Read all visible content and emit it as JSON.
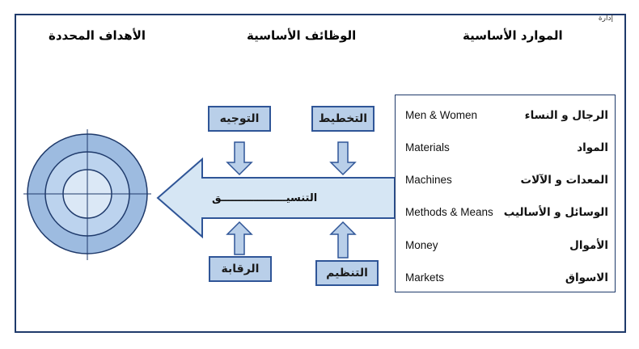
{
  "top_hint": "إدارة",
  "headings": {
    "goals": "الأهداف المحددة",
    "functions": "الوظائف الأساسية",
    "resources": "الموارد الأساسية"
  },
  "resources": [
    {
      "en": "Men & Women",
      "ar": "الرجال و النساء"
    },
    {
      "en": "Materials",
      "ar": "المواد"
    },
    {
      "en": "Machines",
      "ar": "المعدات و الآلات"
    },
    {
      "en": "Methods & Means",
      "ar": "الوسائل و الأساليب"
    },
    {
      "en": "Money",
      "ar": "الأموال"
    },
    {
      "en": "Markets",
      "ar": "الاسواق"
    }
  ],
  "functions": {
    "planning": "التخطيط",
    "directing": "التوجيه",
    "controlling": "الرقابة",
    "organizing": "التنظيم"
  },
  "coordination": "التنسيــــــــــــــــــق",
  "colors": {
    "border": "#1f3a6b",
    "arrow_fill": "#d6e6f4",
    "box_fill": "#b9cfe9",
    "box_border": "#2f5597",
    "target_outer": "#9dbbe0",
    "target_mid": "#bcd3ee",
    "target_inner": "#dbe8f6"
  }
}
